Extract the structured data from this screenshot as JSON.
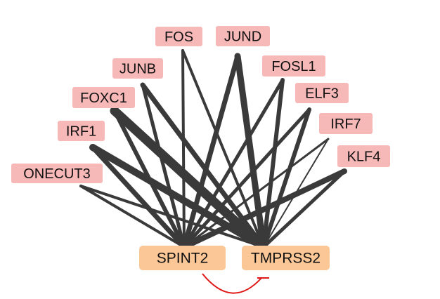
{
  "colors": {
    "tf_box": "#f7b8b8",
    "target_box": "#fbc797",
    "edge": "#3a3a3a",
    "inhibition": "#e01818"
  },
  "transcription_factors": [
    {
      "id": "ONECUT3",
      "label": "ONECUT3"
    },
    {
      "id": "IRF1",
      "label": "IRF1"
    },
    {
      "id": "FOXC1",
      "label": "FOXC1"
    },
    {
      "id": "JUNB",
      "label": "JUNB"
    },
    {
      "id": "FOS",
      "label": "FOS"
    },
    {
      "id": "JUND",
      "label": "JUND"
    },
    {
      "id": "FOSL1",
      "label": "FOSL1"
    },
    {
      "id": "ELF3",
      "label": "ELF3"
    },
    {
      "id": "IRF7",
      "label": "IRF7"
    },
    {
      "id": "KLF4",
      "label": "KLF4"
    }
  ],
  "targets": [
    {
      "id": "SPINT2",
      "label": "SPINT2"
    },
    {
      "id": "TMPRSS2",
      "label": "TMPRSS2"
    }
  ],
  "edges": [
    {
      "source": "ONECUT3",
      "target": "SPINT2",
      "weight": 4
    },
    {
      "source": "ONECUT3",
      "target": "TMPRSS2",
      "weight": 4
    },
    {
      "source": "IRF1",
      "target": "SPINT2",
      "weight": 7
    },
    {
      "source": "IRF1",
      "target": "TMPRSS2",
      "weight": 10
    },
    {
      "source": "FOXC1",
      "target": "SPINT2",
      "weight": 6
    },
    {
      "source": "FOXC1",
      "target": "TMPRSS2",
      "weight": 13
    },
    {
      "source": "JUNB",
      "target": "SPINT2",
      "weight": 5
    },
    {
      "source": "JUNB",
      "target": "TMPRSS2",
      "weight": 7
    },
    {
      "source": "FOS",
      "target": "SPINT2",
      "weight": 4
    },
    {
      "source": "FOS",
      "target": "TMPRSS2",
      "weight": 4
    },
    {
      "source": "JUND",
      "target": "SPINT2",
      "weight": 7
    },
    {
      "source": "JUND",
      "target": "TMPRSS2",
      "weight": 9
    },
    {
      "source": "FOSL1",
      "target": "SPINT2",
      "weight": 5
    },
    {
      "source": "FOSL1",
      "target": "TMPRSS2",
      "weight": 6
    },
    {
      "source": "ELF3",
      "target": "SPINT2",
      "weight": 5
    },
    {
      "source": "ELF3",
      "target": "TMPRSS2",
      "weight": 6
    },
    {
      "source": "IRF7",
      "target": "SPINT2",
      "weight": 3
    },
    {
      "source": "IRF7",
      "target": "TMPRSS2",
      "weight": 2
    },
    {
      "source": "KLF4",
      "target": "SPINT2",
      "weight": 8
    },
    {
      "source": "KLF4",
      "target": "TMPRSS2",
      "weight": 5
    }
  ],
  "inhibition": {
    "source": "SPINT2",
    "target": "TMPRSS2",
    "type": "inhibits"
  }
}
